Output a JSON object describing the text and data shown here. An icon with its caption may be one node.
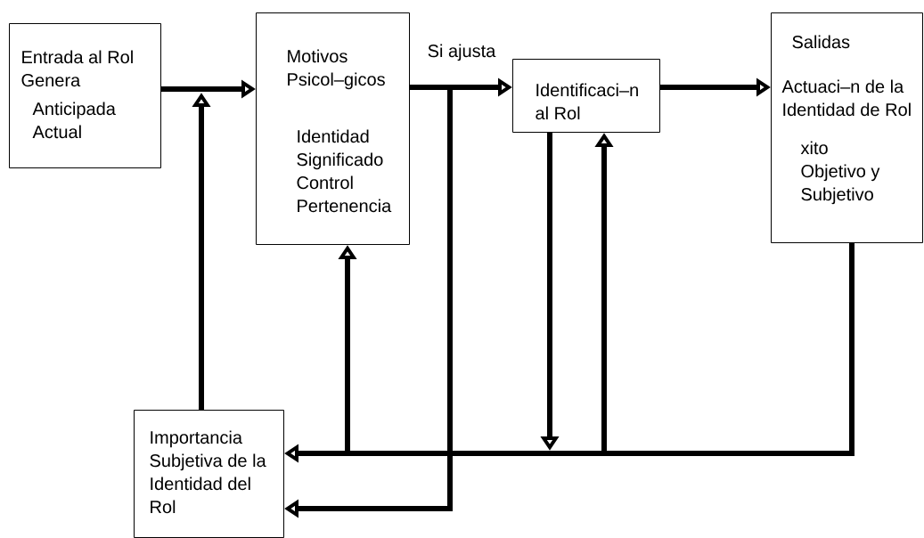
{
  "diagram": {
    "nodes": [
      {
        "text": [
          "Entrada al Rol Genera",
          "Anticipada Actual"
        ]
      },
      {
        "text": [
          "Motivos Psicol–gicos",
          "Identidad Significado Control Pertenencia"
        ]
      },
      {
        "text": [
          "Identificaci–n al Rol"
        ]
      },
      {
        "text": [
          "Salidas",
          "Actuaci–n de la Identidad de Rol",
          "xito Objetivo y Subjetivo"
        ]
      },
      {
        "text": [
          "Importancia Subjetiva de la Identidad del Rol"
        ]
      }
    ],
    "edges": [
      {
        "from": 0,
        "to": 1,
        "arrow": "to"
      },
      {
        "from": 1,
        "to": 2,
        "arrow": "to",
        "label": "Si ajusta"
      },
      {
        "from": 2,
        "to": 3,
        "arrow": "to"
      },
      {
        "from": 4,
        "to": null,
        "arrow": "to"
      },
      {
        "from": 1,
        "to": 4,
        "arrow": "to"
      },
      {
        "from": 3,
        "to": 4,
        "arrow": "to"
      },
      {
        "from": 3,
        "to": 1,
        "arrow": "to"
      },
      {
        "from": 3,
        "to": 2,
        "arrow": "to"
      },
      {
        "from": 2,
        "to": null,
        "arrow": "to"
      }
    ]
  }
}
